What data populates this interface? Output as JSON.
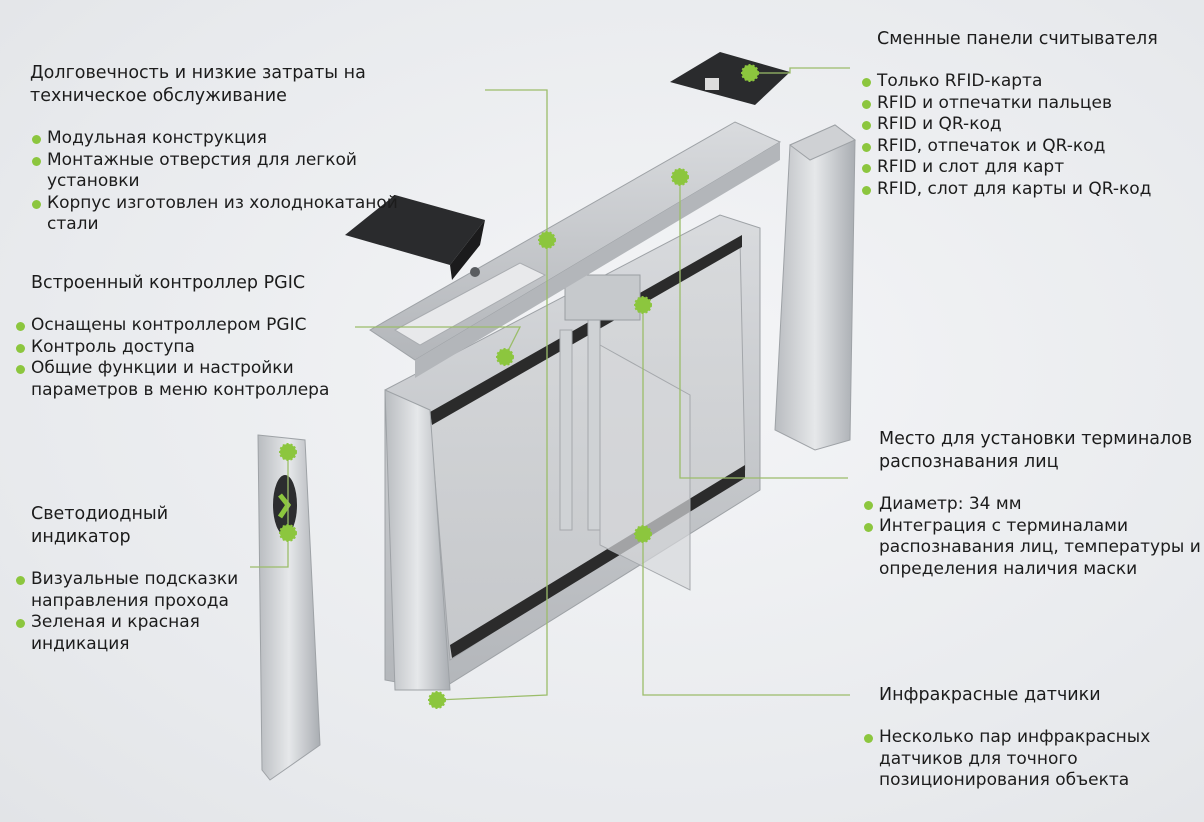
{
  "accent_color": "#8cc63e",
  "sections": {
    "durability": {
      "title": "Долговечность и низкие затраты на техническое обслуживание",
      "items": [
        "Модульная конструкция",
        "Монтажные отверстия для легкой установки",
        "Корпус изготовлен из холоднокатаной стали"
      ]
    },
    "controller": {
      "title": "Встроенный контроллер PGIC",
      "items": [
        "Оснащены контроллером PGIC",
        "Контроль доступа",
        "Общие функции и настройки параметров в меню контроллера"
      ]
    },
    "led": {
      "title": "Светодиодный индикатор",
      "items": [
        "Визуальные подсказки направления прохода",
        "Зеленая и красная индикация"
      ]
    },
    "reader_panels": {
      "title": "Сменные панели считывателя",
      "items": [
        "Только RFID-карта",
        "RFID и отпечатки пальцев",
        "RFID и QR-код",
        "RFID, отпечаток и QR-код",
        "RFID и слот для карт",
        "RFID, слот для карты и QR-код"
      ]
    },
    "face_terminal": {
      "title": "Место для установки терминалов распознавания лиц",
      "items": [
        "Диаметр: 34 мм",
        "Интеграция с терминалами распознавания лиц, температуры и определения наличия маски"
      ]
    },
    "ir_sensors": {
      "title": "Инфракрасные датчики",
      "items": [
        "Несколько пар инфракрасных датчиков для точного позиционирования объекта"
      ]
    }
  }
}
